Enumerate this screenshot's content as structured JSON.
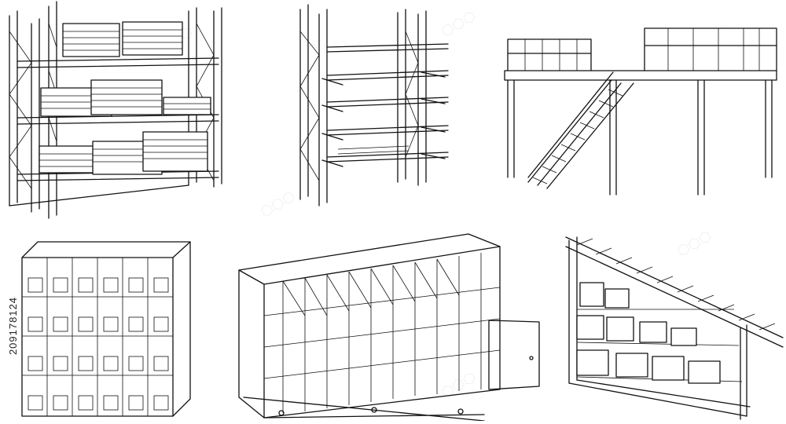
{
  "stock_id": "209178124",
  "illustrations": [
    {
      "id": "pallet-rack",
      "subject": "pallet racking with stacked pallets"
    },
    {
      "id": "cantilever-rack",
      "subject": "cantilever rack with arm shelves"
    },
    {
      "id": "mezzanine",
      "subject": "mezzanine platform with staircase"
    },
    {
      "id": "pigeonhole-shelf",
      "subject": "pigeonhole bin shelving"
    },
    {
      "id": "mobile-shelving",
      "subject": "mobile compact shelving unit with door"
    },
    {
      "id": "flow-rack",
      "subject": "gravity roller flow rack with boxes"
    }
  ],
  "colors": {
    "line": "#111111",
    "background": "#ffffff",
    "watermark": "rgba(0,0,0,0.06)"
  }
}
